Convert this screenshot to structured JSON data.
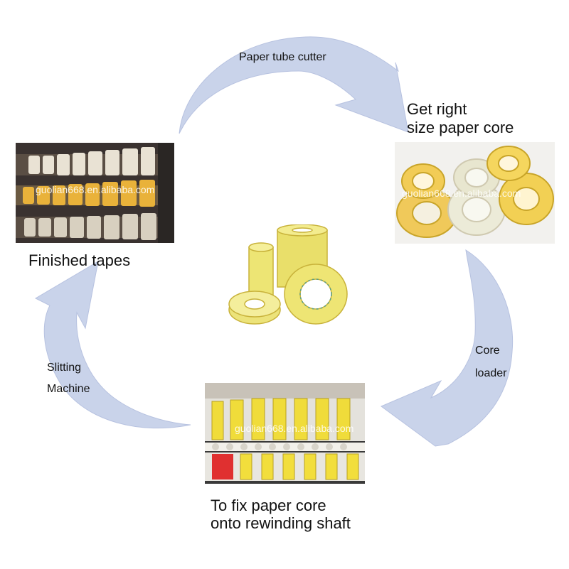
{
  "arrow_labels": {
    "top": "Paper tube cutter",
    "right_line1": "Core",
    "right_line2": "loader",
    "left_line1": "Slitting",
    "left_line2": "Machine"
  },
  "steps": {
    "top_right": {
      "line1": "Get right",
      "line2": "size paper core"
    },
    "bottom": {
      "line1": "To fix paper core",
      "line2": "onto rewinding shaft"
    },
    "top_left": {
      "line1": "Finished tapes"
    }
  },
  "watermark": "guolian668.en.alibaba.com",
  "colors": {
    "arrow_fill": "#c9d3ea",
    "tape_yellow": "#f0d04a",
    "tape_clear": "#e8e6c8"
  },
  "icons": [
    "cycle-arrow-top",
    "cycle-arrow-right",
    "cycle-arrow-bottom-left",
    "cycle-arrow-left"
  ]
}
